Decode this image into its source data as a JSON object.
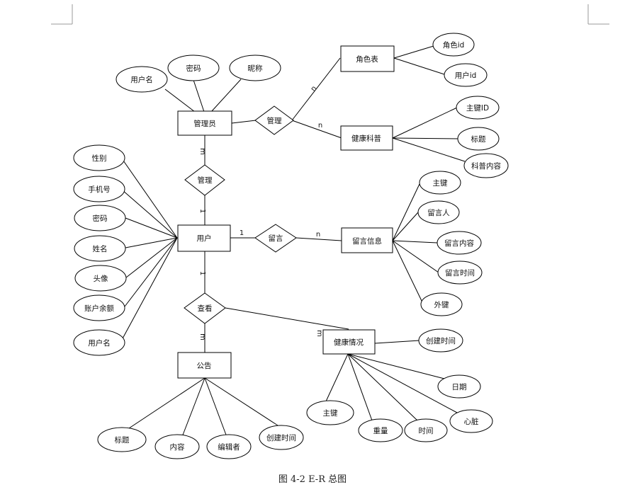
{
  "caption": "图 4-2 E-R 总图",
  "entities": {
    "admin": "管理员",
    "role_table": "角色表",
    "health_science": "健康科普",
    "user": "用户",
    "message_info": "留言信息",
    "health_status": "健康情况",
    "notice": "公告"
  },
  "relationships": {
    "manage_right": "管理",
    "manage_left": "管理",
    "message": "留言",
    "view": "查看"
  },
  "attributes": {
    "admin_username": "用户名",
    "admin_password": "密码",
    "admin_nickname": "昵称",
    "role_id": "角色id",
    "role_user_id": "用户id",
    "science_key": "主键ID",
    "science_title": "标题",
    "science_content": "科普内容",
    "user_gender": "性别",
    "user_phone": "手机号",
    "user_password": "密码",
    "user_name": "姓名",
    "user_avatar": "头像",
    "user_balance": "账户余额",
    "user_username": "用户名",
    "msg_key": "主键",
    "msg_author": "留言人",
    "msg_content": "留言内容",
    "msg_time": "留言时间",
    "msg_fk": "外键",
    "hs_created": "创建时间",
    "hs_date": "日期",
    "hs_heart": "心脏",
    "hs_time": "时间",
    "hs_weight": "重量",
    "hs_key": "主键",
    "notice_title": "标题",
    "notice_content": "内容",
    "notice_editor": "编辑者",
    "notice_created": "创建时间"
  },
  "cardinalities": {
    "admin_role": "n",
    "admin_science": "n",
    "admin_user_top": "m",
    "admin_user_bottom": "1",
    "user_msg_left": "1",
    "user_msg_right": "n",
    "user_view_top": "1",
    "view_notice": "m",
    "view_health": "m"
  }
}
